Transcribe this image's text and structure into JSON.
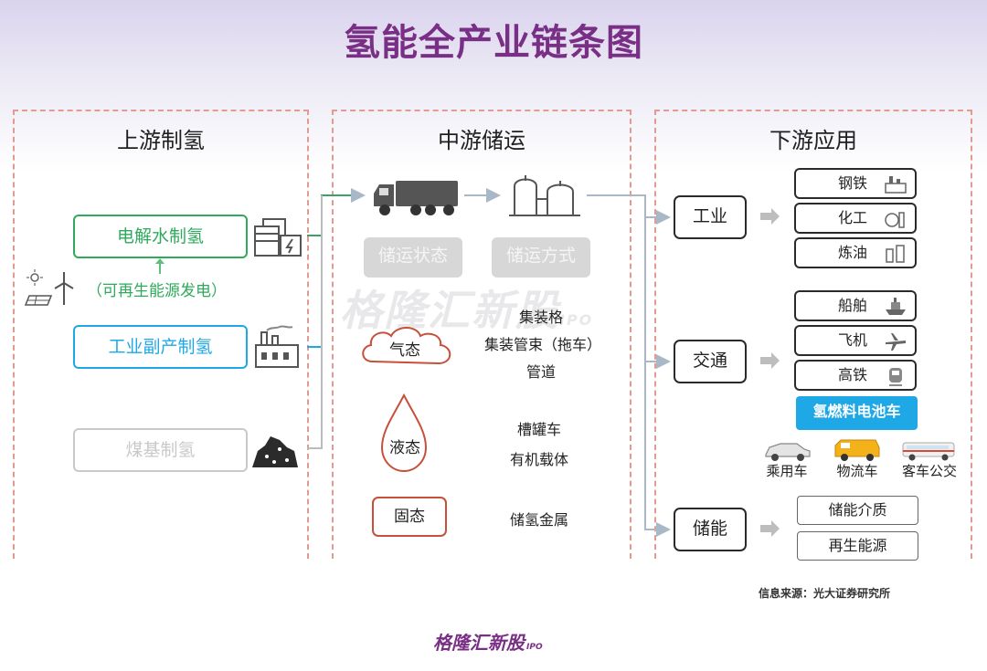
{
  "title": "氢能全产业链条图",
  "colors": {
    "title": "#7a2f86",
    "electrolysis": "#2eaa5c",
    "byproduct": "#1fa8e6",
    "coal": "#c9c9c9",
    "state": "#c8503b",
    "fcv": "#1fa8e6",
    "dash": "#e39a91"
  },
  "upstream": {
    "title": "上游制氢",
    "electrolysis": "电解水制氢",
    "renewable": "（可再生能源发电）",
    "byproduct": "工业副产制氢",
    "coal": "煤基制氢"
  },
  "midstream": {
    "title": "中游储运",
    "status_label": "储运状态",
    "method_label": "储运方式",
    "gas": {
      "label": "气态",
      "methods": [
        "集装格",
        "集装管束（拖车）",
        "管道"
      ]
    },
    "liquid": {
      "label": "液态",
      "methods": [
        "槽罐车",
        "有机载体"
      ]
    },
    "solid": {
      "label": "固态",
      "methods": [
        "储氢金属"
      ]
    }
  },
  "downstream": {
    "title": "下游应用",
    "industry": {
      "label": "工业",
      "items": [
        "钢铁",
        "化工",
        "炼油"
      ]
    },
    "transport": {
      "label": "交通",
      "items": [
        "船舶",
        "飞机",
        "高铁"
      ]
    },
    "fcv": "氢燃料电池车",
    "vehicles": [
      "乘用车",
      "物流车",
      "客车公交"
    ],
    "storage": {
      "label": "储能",
      "items": [
        "储能介质",
        "再生能源"
      ]
    }
  },
  "watermark": "格隆汇新股",
  "watermark_sub": "IPO",
  "source": "信息来源：光大证券研究所",
  "logo": "格隆汇新股",
  "logo_sub": "IPO",
  "icons": [
    "factory-icon",
    "electrolyzer-icon",
    "solar-wind-icon",
    "coal-icon",
    "truck-icon",
    "tank-icon",
    "cloud-icon",
    "drop-icon",
    "ship-icon",
    "plane-icon",
    "train-icon",
    "car-icon",
    "van-icon",
    "bus-icon"
  ]
}
